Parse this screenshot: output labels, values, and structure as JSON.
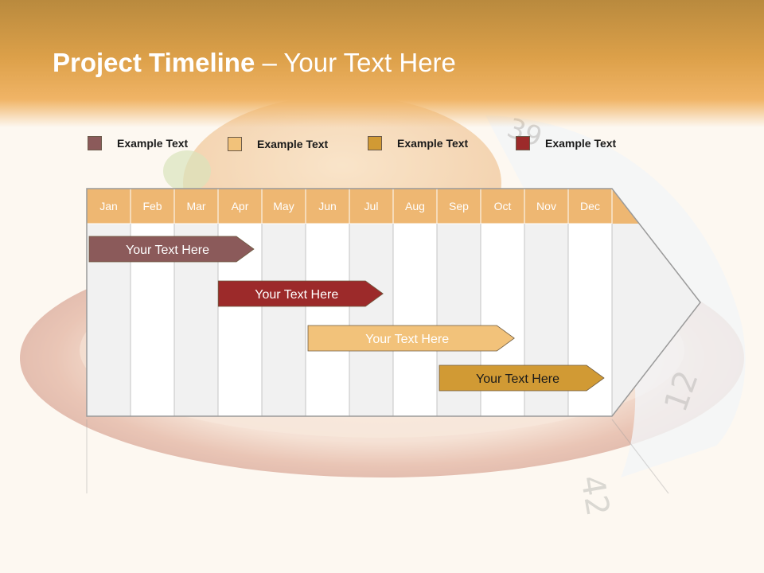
{
  "title": {
    "bold": "Project Timeline",
    "rest": " – Your Text Here"
  },
  "legend": [
    {
      "label": "Example Text",
      "color": "#8b5a5a"
    },
    {
      "label": "Example Text",
      "color": "#f2c27a"
    },
    {
      "label": "Example Text",
      "color": "#d19a34"
    },
    {
      "label": "Example Text",
      "color": "#9c2a2a"
    }
  ],
  "months": [
    "Jan",
    "Feb",
    "Mar",
    "Apr",
    "May",
    "Jun",
    "Jul",
    "Aug",
    "Sep",
    "Oct",
    "Nov",
    "Dec"
  ],
  "colors": {
    "header_cell": "#eeb772",
    "shaded_column": "#f1f1f1",
    "white_column": "#ffffff",
    "grid_line": "#b8b8b8"
  },
  "tasks": [
    {
      "label": "Your  Text Here",
      "color": "#8b5a5a",
      "start_month": 1.0,
      "end_month": 4.0,
      "text_color": "#ffffff"
    },
    {
      "label": "Your  Text Here",
      "color": "#9c2a2a",
      "start_month": 3.95,
      "end_month": 6.95,
      "text_color": "#ffffff"
    },
    {
      "label": "Your  Text Here",
      "color": "#f2c27a",
      "start_month": 6.0,
      "end_month": 9.95,
      "text_color": "#ffffff"
    },
    {
      "label": "Your  Text Here",
      "color": "#d19a34",
      "start_month": 9.0,
      "end_month": 12.0,
      "text_color": "#1a1a1a"
    }
  ]
}
